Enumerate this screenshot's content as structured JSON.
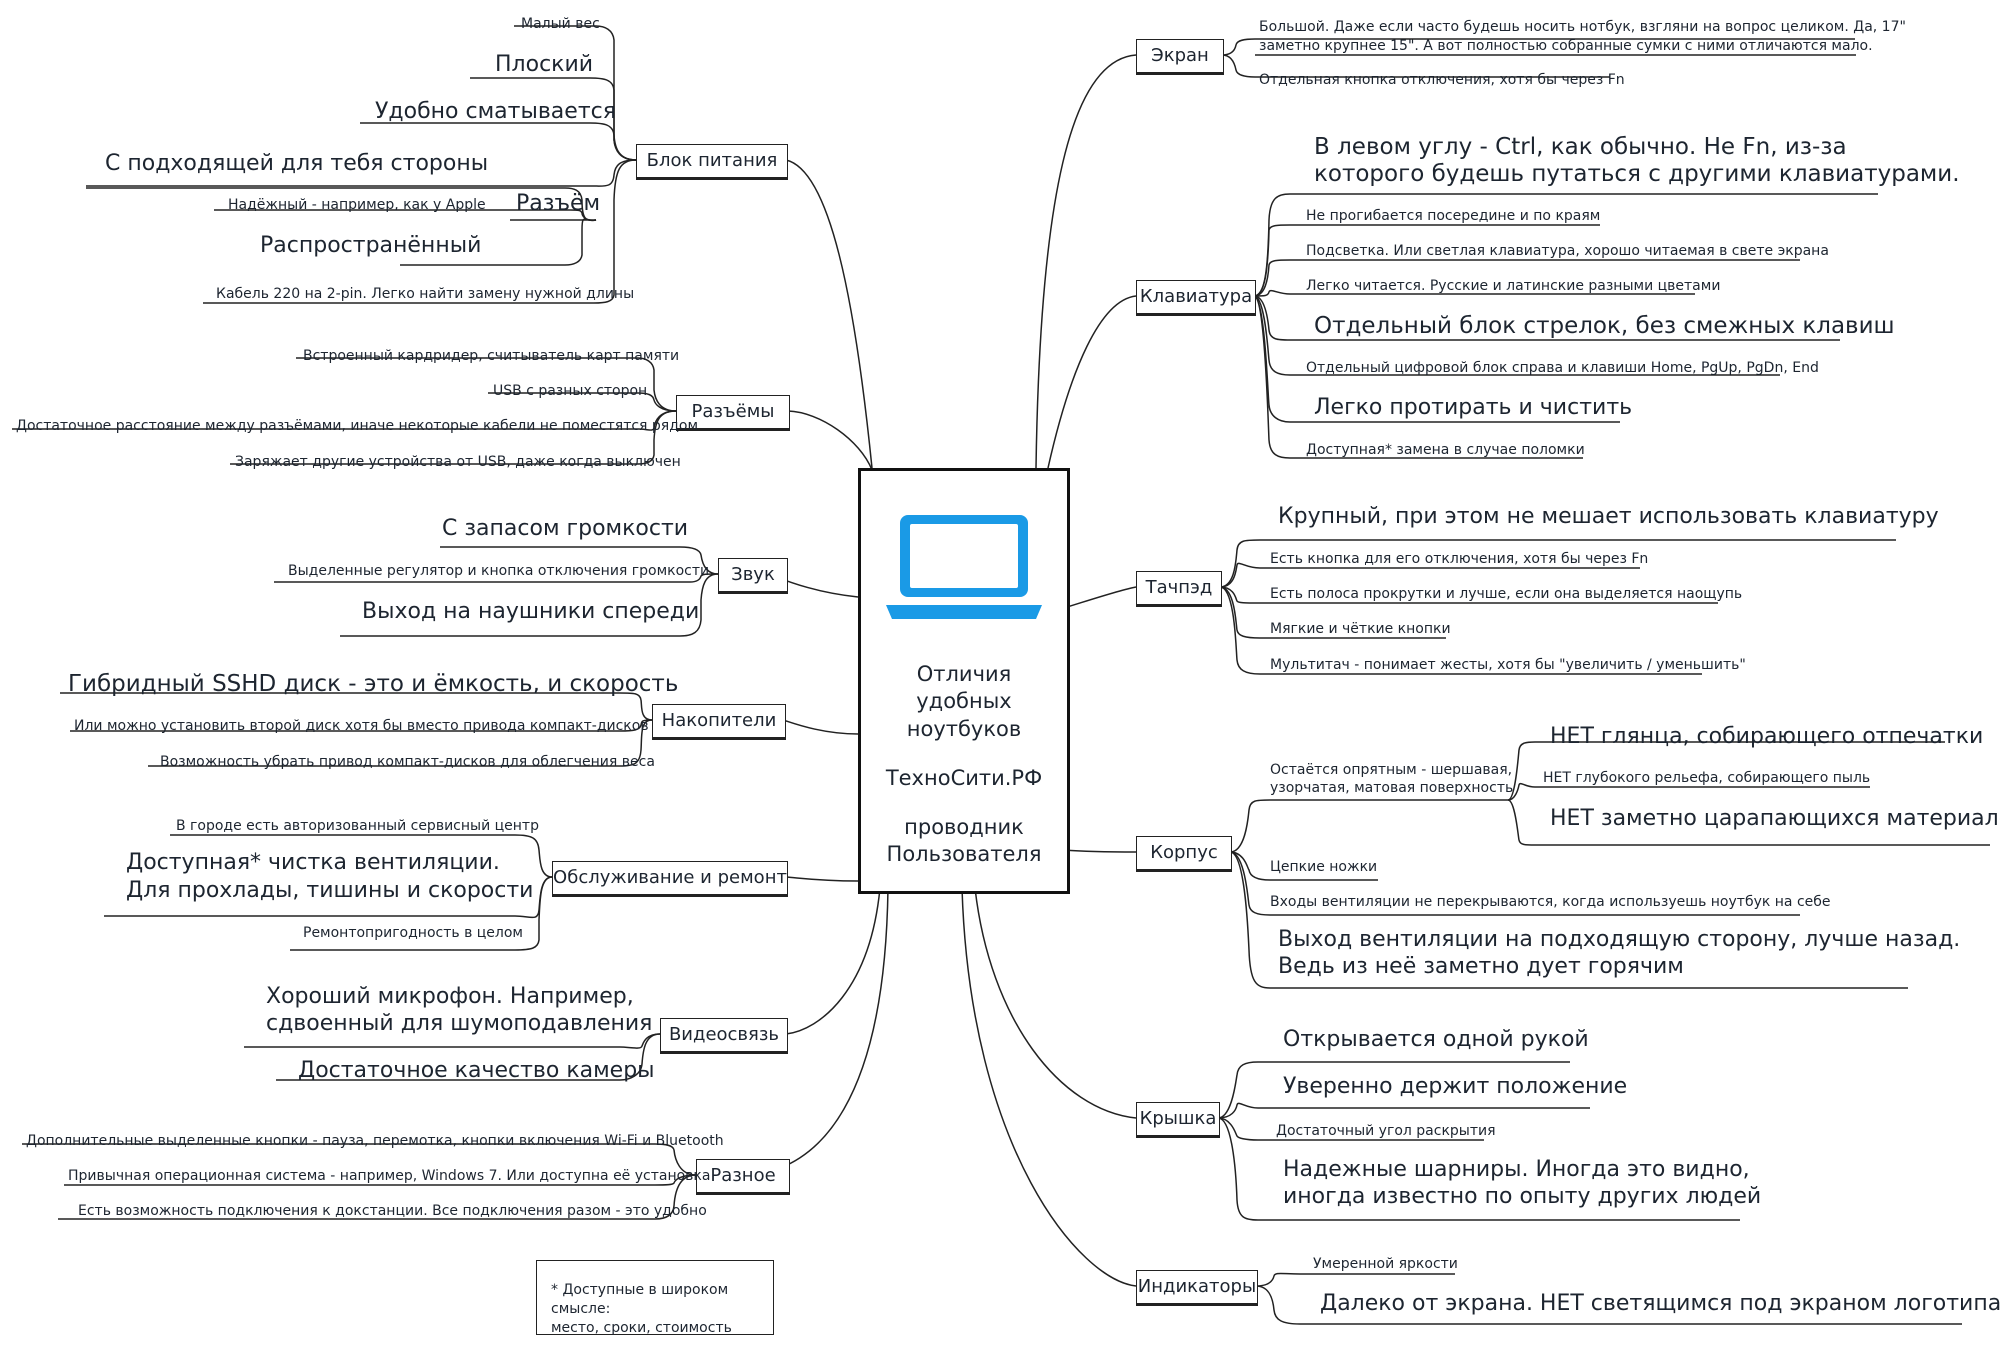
{
  "center": {
    "title_lines": [
      "Отличия",
      "удобных",
      "ноутбуков"
    ],
    "site": "ТехноСити.РФ",
    "guide_lines": [
      "проводник",
      "Пользователя"
    ],
    "laptop_color": "#1a9ae6"
  },
  "footnote": {
    "line1": "* Доступные в широком смысле:",
    "line2": "место, сроки, стоимость"
  },
  "left": {
    "power": {
      "label": "Блок питания",
      "items": {
        "light": "Малый вес",
        "flat": "Плоский",
        "wind": "Удобно сматывается",
        "side": "С подходящей для тебя стороны",
        "connector": "Разъём",
        "reliable": "Надёжный - например, как у Apple",
        "common": "Распространённый",
        "cable": "Кабель 220 на 2-pin. Легко найти замену нужной длины"
      }
    },
    "ports": {
      "label": "Разъёмы",
      "items": {
        "card": "Встроенный кардридер, считыватель карт памяти",
        "usb": "USB с разных сторон",
        "distance": "Достаточное расстояние между разъёмами, иначе некоторые кабели не поместятся рядом",
        "charge": "Заряжает другие устройства от USB, даже когда выключен"
      }
    },
    "sound": {
      "label": "Звук",
      "items": {
        "volume": "С запасом громкости",
        "controls": "Выделенные регулятор и кнопка отключения громкости",
        "headphones": "Выход на наушники спереди"
      }
    },
    "storage": {
      "label": "Накопители",
      "items": {
        "sshd": "Гибридный SSHD диск - это и ёмкость, и скорость",
        "second": "Или можно установить второй диск хотя бы вместо привода компакт-дисков",
        "remove": "Возможность убрать привод компакт-дисков для облегчения веса"
      }
    },
    "service": {
      "label": "Обслуживание и ремонт",
      "items": {
        "center": "В городе есть авторизованный сервисный центр",
        "clean1": "Доступная* чистка вентиляции.",
        "clean2": "Для прохлады, тишины и скорости",
        "repair": "Ремонтопригодность в целом"
      }
    },
    "video": {
      "label": "Видеосвязь",
      "items": {
        "mic1": "Хороший микрофон. Например,",
        "mic2": "сдвоенный для шумоподавления",
        "camera": "Достаточное качество камеры"
      }
    },
    "misc": {
      "label": "Разное",
      "items": {
        "buttons": "Дополнительные выделенные кнопки - пауза, перемотка, кнопки включения Wi-Fi и Bluetooth",
        "os": "Привычная операционная система - например, Windows 7. Или доступна её установка",
        "dock": "Есть возможность подключения к докстанции. Все подключения разом - это удобно"
      }
    }
  },
  "right": {
    "screen": {
      "label": "Экран",
      "items": {
        "big1": "Большой. Даже если часто будешь носить нотбук, взгляни на вопрос целиком. Да, 17\"",
        "big2": "заметно крупнее 15\". А вот полностью собранные сумки с ними отличаются мало.",
        "off": "Отдельная кнопка отключения, хотя бы через Fn"
      }
    },
    "keyboard": {
      "label": "Клавиатура",
      "items": {
        "ctrl1": "В левом углу - Ctrl, как обычно. Не Fn, из-за",
        "ctrl2": "которого будешь путаться с другими клавиатурами.",
        "rigid": "Не прогибается посередине и по краям",
        "backlight": "Подсветка. Или светлая клавиатура, хорошо читаемая в свете экрана",
        "readable": "Легко читается. Русские и латинские разными цветами",
        "arrows": "Отдельный блок стрелок, без смежных клавиш",
        "numpad": "Отдельный цифровой блок справа и клавиши Home, PgUp, PgDn, End",
        "clean": "Легко протирать и чистить",
        "replace": "Доступная* замена в случае поломки"
      }
    },
    "touchpad": {
      "label": "Тачпэд",
      "items": {
        "large": "Крупный, при этом не мешает использовать клавиатуру",
        "off": "Есть кнопка для его отключения, хотя бы через Fn",
        "scroll": "Есть полоса прокрутки и лучше, если она выделяется наощупь",
        "buttons": "Мягкие и чёткие кнопки",
        "multitouch": "Мультитач - понимает жесты, хотя бы \"увеличить / уменьшить\""
      }
    },
    "body": {
      "label": "Корпус",
      "items": {
        "neat1": "Остаётся опрятным - шершавая,",
        "neat2": "узорчатая, матовая поверхность",
        "gloss": "НЕТ глянца, собирающего отпечатки",
        "relief": "НЕТ глубокого рельефа, собирающего пыль",
        "scratch": "НЕТ заметно царапающихся материалов",
        "feet": "Цепкие ножки",
        "vents": "Входы вентиляции не перекрываются, когда используешь ноутбук на себе",
        "exhaust1": "Выход вентиляции на подходящую сторону, лучше назад.",
        "exhaust2": "Ведь из неё заметно дует горячим"
      }
    },
    "lid": {
      "label": "Крышка",
      "items": {
        "one_hand": "Открывается одной рукой",
        "holds": "Уверенно держит положение",
        "angle": "Достаточный угол раскрытия",
        "hinges1": "Надежные шарниры. Иногда это видно,",
        "hinges2": "иногда известно по опыту других людей"
      }
    },
    "indicators": {
      "label": "Индикаторы",
      "items": {
        "bright": "Умеренной яркости",
        "far": "Далеко от экрана. НЕТ светящимся под экраном логотипам"
      }
    }
  }
}
